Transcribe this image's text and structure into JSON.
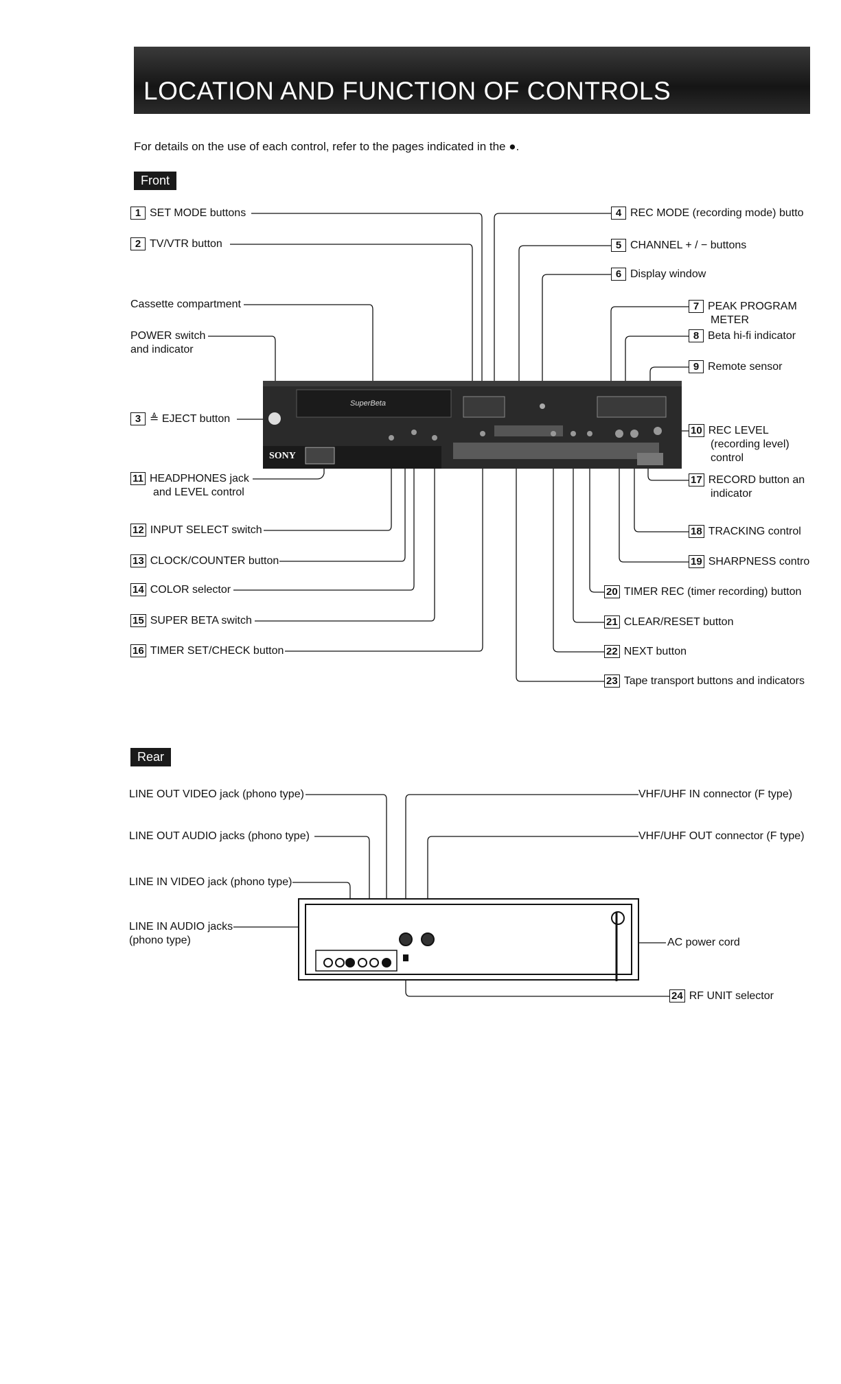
{
  "page": {
    "title": "LOCATION AND FUNCTION OF CONTROLS",
    "intro": "For details on the use of each control, refer to the pages indicated in the ●."
  },
  "front": {
    "heading": "Front",
    "device_brand": "SONY",
    "device_logo": "SuperBeta",
    "labels": {
      "l1": {
        "num": "1",
        "text": "SET MODE buttons"
      },
      "l2": {
        "num": "2",
        "text": "TV/VTR button"
      },
      "cassette": {
        "text": "Cassette compartment"
      },
      "power": {
        "text": "POWER switch",
        "text2": "and indicator"
      },
      "l3": {
        "num": "3",
        "text": "≜ EJECT button"
      },
      "l11": {
        "num": "11",
        "text": "HEADPHONES jack",
        "text2": "and LEVEL control"
      },
      "l12": {
        "num": "12",
        "text": "INPUT SELECT switch"
      },
      "l13": {
        "num": "13",
        "text": "CLOCK/COUNTER button"
      },
      "l14": {
        "num": "14",
        "text": "COLOR selector"
      },
      "l15": {
        "num": "15",
        "text": "SUPER BETA switch"
      },
      "l16": {
        "num": "16",
        "text": "TIMER SET/CHECK button"
      },
      "l4": {
        "num": "4",
        "text": "REC MODE (recording mode) butto"
      },
      "l5": {
        "num": "5",
        "text": "CHANNEL + / −  buttons"
      },
      "l6": {
        "num": "6",
        "text": "Display window"
      },
      "l7": {
        "num": "7",
        "text": "PEAK PROGRAM",
        "text2": "METER"
      },
      "l8": {
        "num": "8",
        "text": "Beta hi-fi indicator"
      },
      "l9": {
        "num": "9",
        "text": "Remote sensor"
      },
      "l10": {
        "num": "10",
        "text": "REC LEVEL",
        "text2": "(recording level)",
        "text3": "control"
      },
      "l17": {
        "num": "17",
        "text": "RECORD button an",
        "text2": "indicator"
      },
      "l18": {
        "num": "18",
        "text": "TRACKING control"
      },
      "l19": {
        "num": "19",
        "text": "SHARPNESS contro"
      },
      "l20": {
        "num": "20",
        "text": "TIMER REC (timer recording) button"
      },
      "l21": {
        "num": "21",
        "text": "CLEAR/RESET button"
      },
      "l22": {
        "num": "22",
        "text": "NEXT button"
      },
      "l23": {
        "num": "23",
        "text": "Tape transport buttons and indicators"
      }
    }
  },
  "rear": {
    "heading": "Rear",
    "labels": {
      "lov": {
        "text": "LINE OUT VIDEO jack (phono type)"
      },
      "loa": {
        "text": "LINE OUT AUDIO jacks (phono type)"
      },
      "liv": {
        "text": "LINE IN VIDEO jack (phono type)"
      },
      "lia": {
        "text": "LINE IN AUDIO jacks",
        "text2": "(phono type)"
      },
      "vin": {
        "text": "VHF/UHF IN connector (F type)"
      },
      "vout": {
        "text": "VHF/UHF OUT connector (F type)"
      },
      "ac": {
        "text": "AC power cord"
      },
      "l24": {
        "num": "24",
        "text": "RF UNIT selector"
      }
    }
  }
}
